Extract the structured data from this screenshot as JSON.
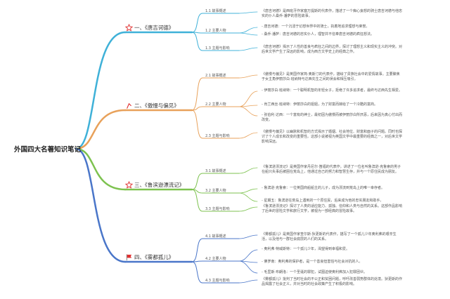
{
  "title": "外国四大名著知识笔记",
  "colors": {
    "branch1": "#3fb1d8",
    "branch2": "#e8a15a",
    "branch3": "#7dc24f",
    "branch4": "#4a76c9",
    "star": "#e03030",
    "flag": "#e03030"
  },
  "branches": [
    {
      "label": "一、《唐吉诃德》",
      "icon": "star-outline-icon",
      "subs": [
        {
          "label": "1.1 故事概述",
          "details": [
            "《唐吉诃德》是西班牙作家塞万提斯的代表作，描述了一个痴心妄想的骑士唐吉诃德与他忠实的仆人桑乔·潘萨的冒险故事。"
          ]
        },
        {
          "label": "1.2 主要人物",
          "details": [
            "- 唐吉诃德：一个沉浸于幻想世界中的骑士，执着地追求理想与荣誉。",
            "- 桑乔·潘萨：唐吉诃德的忠实仆人，理智并不信奉唐吉诃德的疯狂想法。"
          ]
        },
        {
          "label": "1.3 主题与影响",
          "details": [
            "《唐吉诃德》揭示了人性的善良与疯狂之间的边界，探讨了理想主义和现实主义的冲突。对后世文学产生了深远的影响，成为西方文学史上的经典之作。"
          ]
        }
      ]
    },
    {
      "label": "二、《傲慢与偏见》",
      "icon": "pin-icon",
      "subs": [
        {
          "label": "2.1 故事概述",
          "details": [
            "《傲慢与偏见》是英国作家简·奥斯汀的代表作，描绘了贵族社会中的爱情故事。主要聚焦于女主角伊丽莎白·班纳特与达西先生之间的误会和相互吸引。"
          ]
        },
        {
          "label": "2.2 主要人物",
          "details": [
            "- 伊丽莎白·班纳特：一个聪明机智的年轻女子，拒绝了许多追求者，最终与达西先生相爱。",
            "- 肯兰西丝·班纳特：伊丽莎白的姐姐，为了财富而嫁给了一个冷酷的富商。",
            "- 张伯利·达西：一个富有的绅士，最初因为傲慢而被伊丽莎白所厌恶，后来因为真心付出而改变。"
          ]
        },
        {
          "label": "2.3 主题与影响",
          "details": [
            "《傲慢与偏见》以幽默和机智的方式揭示了婚姻、社会地位、财富和面子的问题。同时也探讨了个人成长和改变的重要性。这部小说被视为英国文学中最重要的经典之一，对后世文学影响深远。"
          ]
        }
      ]
    },
    {
      "label": "三、《鲁滨逊漂流记》",
      "icon": "star-outline-icon",
      "subs": [
        {
          "label": "3.1 故事概述",
          "details": [
            "《鲁滨逊漂流记》是英国作家丹尼尔·笛福的代表作，讲述了一位名叫鲁滨逊·克鲁索的男子在船只失事后被困在荒岛上，他通过自己的努力和智慧生存，并与一个原住民成为朋友。"
          ]
        },
        {
          "label": "3.2 主要人物",
          "details": [
            "- 鲁滨逊·克鲁索：一位英国商船船主的儿子，成为漂流到荒岛上的唯一幸存者。",
            "- 星期五：鲁滨逊在荒岛上遇到的一个原住民，后来成为他的忠实朋友和助手。"
          ]
        },
        {
          "label": "3.3 主题与影响",
          "details": [
            "《鲁滨逊漂流记》探讨了人类的适应能力、孤独、信仰和人类与自然的关系。这部作品影响了后世的冒险文学和旅行文学，被视为一部经典的冒险故事。"
          ]
        }
      ]
    },
    {
      "label": "四、《雾都孤儿》",
      "icon": "flag-icon",
      "subs": [
        {
          "label": "4.1 故事概述",
          "details": [
            "《雾都孤儿》是英国作家查尔斯·狄更斯的代表作，描写了一个孤儿少年奥利弗的艰辛生活，以及他与一群社会底层的人们的关系。"
          ]
        },
        {
          "label": "4.2 主要人物",
          "details": [
            "- 奥利弗·特威斯特：一个孤儿少年，渴望得到幸福和爱。",
            "- 佛罗南：奥利弗的保护者，是一个善良但害怕与社会对抗的人。",
            "- 毛里斯·布朗洛：一个圣诞的罪犯，试图迫使奥利弗加入犯罪团伙。"
          ]
        },
        {
          "label": "4.3 主题与影响",
          "details": [
            "《雾都孤儿》批判了当时社会的不公正和贫困问题，呼吁改善弱势群体的处境。狄更斯的作品揭露了社会正义，并对当时的社会政策产生了积极的影响。"
          ]
        }
      ]
    }
  ]
}
